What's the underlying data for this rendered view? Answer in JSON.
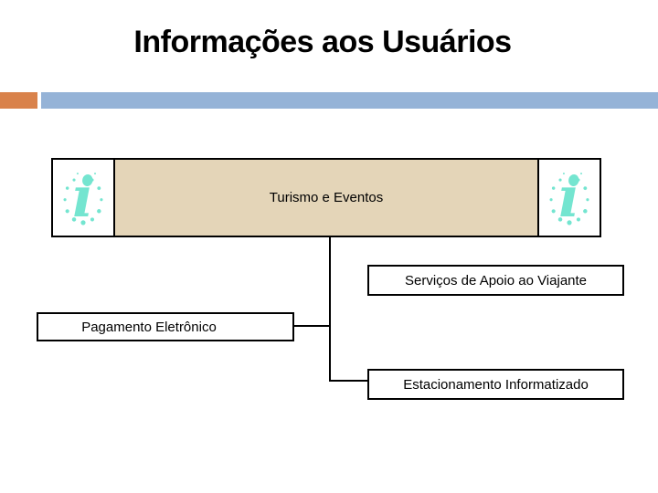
{
  "slide": {
    "title": "Informações aos Usuários"
  },
  "colors": {
    "accent_orange": "#D9824B",
    "accent_blue": "#95B3D7",
    "root_box_fill": "#E4D5B8",
    "info_icon_teal": "#74E5D0",
    "connector_black": "#000000"
  },
  "diagram": {
    "root": {
      "label": "Turismo e Eventos",
      "left_icon": "info-icon",
      "right_icon": "info-icon"
    },
    "nodes": [
      {
        "label": "Serviços de Apoio ao Viajante"
      },
      {
        "label": "Pagamento Eletrônico"
      },
      {
        "label": "Estacionamento Informatizado"
      }
    ]
  }
}
